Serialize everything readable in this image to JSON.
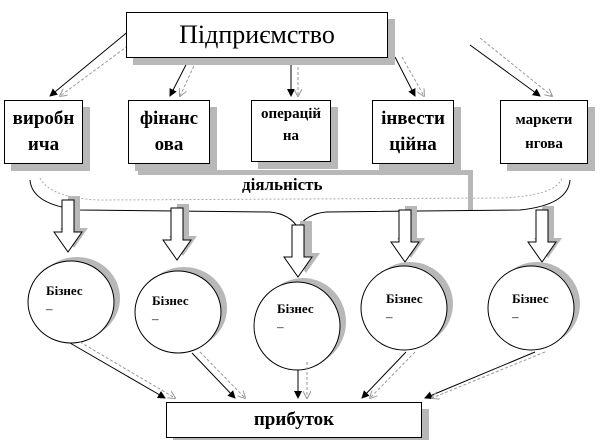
{
  "top": {
    "title": "Підприємство"
  },
  "activities": [
    {
      "line1": "виробн",
      "line2": "ича"
    },
    {
      "line1": "фінанс",
      "line2": "ова"
    },
    {
      "line1": "операцій",
      "line2": "на"
    },
    {
      "line1": "інвести",
      "line2": "ційна"
    },
    {
      "line1": "маркети",
      "line2": "нгова"
    }
  ],
  "group_label": "діяльність",
  "businesses": [
    {
      "line1": "Бізнес",
      "line2": "–"
    },
    {
      "line1": "Бізнес",
      "line2": "–"
    },
    {
      "line1": "Бізнес",
      "line2": "–"
    },
    {
      "line1": "Бізнес",
      "line2": "–"
    },
    {
      "line1": "Бізнес",
      "line2": "–"
    }
  ],
  "result": {
    "label": "прибуток"
  }
}
